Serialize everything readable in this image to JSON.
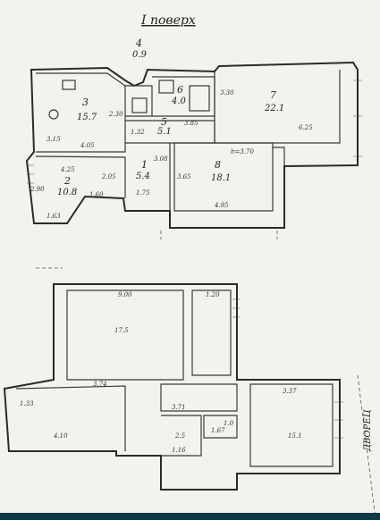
{
  "title": "I поверх",
  "plan_upper": {
    "rooms": [
      {
        "num": "3",
        "area": "15.7"
      },
      {
        "num": "2",
        "area": "10.8"
      },
      {
        "num": "4",
        "area": "0.9"
      },
      {
        "num": "6",
        "area": "4.0"
      },
      {
        "num": "5",
        "area": "5.1"
      },
      {
        "num": "7",
        "area": "22.1"
      },
      {
        "num": "1",
        "area": "5.4"
      },
      {
        "num": "8",
        "area": "18.1"
      }
    ],
    "dims": {
      "d1": "2.30",
      "d2": "4.05",
      "d3": "3.15",
      "d4": "4.25",
      "d5": "2.05",
      "d6": "2.90",
      "d7": "1.60",
      "d8": "1.63",
      "d9": "1.32",
      "d10": "3.85",
      "d11": "3.30",
      "d12": "6.25",
      "d13": "h=3.70",
      "d14": "3.65",
      "d15": "3.08",
      "d16": "1.75",
      "d17": "4.95"
    }
  },
  "plan_lower": {
    "labels": {
      "a": "9.00",
      "b": "1.20",
      "c": "17.5",
      "d": "3.74",
      "e": "1.33",
      "f": "4.10",
      "g": "3.71",
      "h": "3.37",
      "i": "15.1",
      "j": "1.16",
      "k": "2.5",
      "l": "1.67",
      "m": "1.0"
    }
  },
  "side_text": "ДВОРЕЦ"
}
